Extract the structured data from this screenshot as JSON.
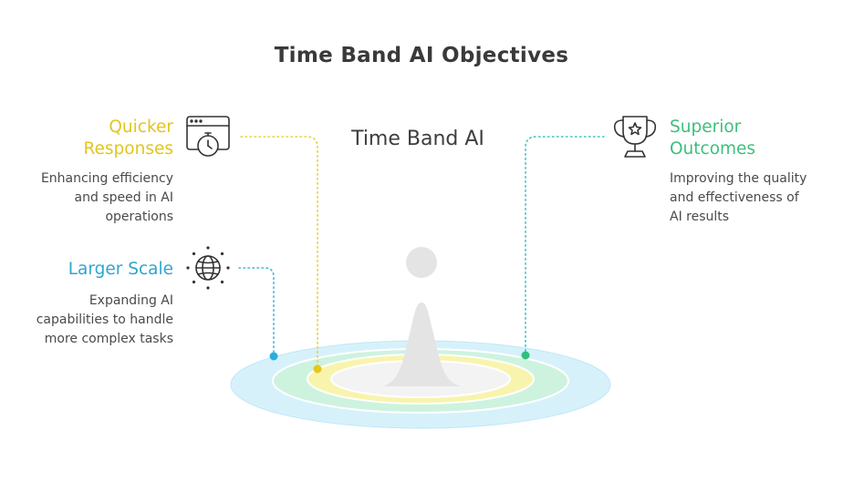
{
  "title": "Time Band AI Objectives",
  "center_label": "Time Band AI",
  "objectives": {
    "quicker": {
      "title_line1": "Quicker",
      "title_line2": "Responses",
      "desc_line1": "Enhancing efficiency",
      "desc_line2": "and speed in AI",
      "desc_line3": "operations",
      "icon": "stopwatch-window-icon",
      "color": "#e3c51b"
    },
    "larger": {
      "title_line1": "Larger Scale",
      "desc_line1": "Expanding AI",
      "desc_line2": "capabilities to handle",
      "desc_line3": "more complex tasks",
      "icon": "globe-icon",
      "color": "#2fa6cc"
    },
    "superior": {
      "title_line1": "Superior",
      "title_line2": "Outcomes",
      "desc_line1": "Improving the quality",
      "desc_line2": "and effectiveness of",
      "desc_line3": "AI results",
      "icon": "trophy-icon",
      "color": "#3dbf7d"
    }
  }
}
